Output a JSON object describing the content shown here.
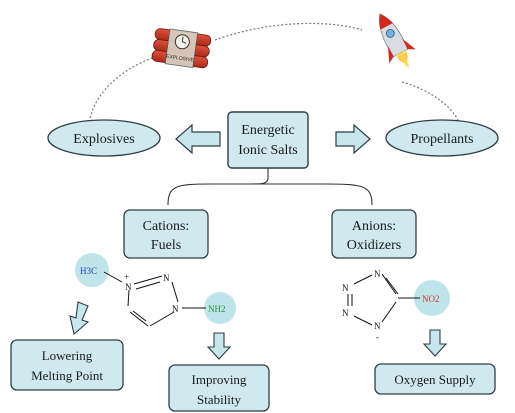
{
  "center": {
    "line1": "Energetic",
    "line2": "Ionic Salts"
  },
  "left": {
    "label": "Explosives",
    "icon": "dynamite-bundle-icon",
    "icon_text": "EXPLOSIVE"
  },
  "right": {
    "label": "Propellants",
    "icon": "rocket-icon"
  },
  "cations": {
    "line1": "Cations:",
    "line2": "Fuels",
    "substituents": {
      "methyl": "H3C",
      "amino": "NH2"
    },
    "ring_atoms": [
      "N",
      "N",
      "N"
    ],
    "ring_charge": "+",
    "effect1": {
      "line1": "Lowering",
      "line2": "Melting Point"
    },
    "effect2": {
      "line1": "Improving",
      "line2": "Stability"
    }
  },
  "anions": {
    "line1": "Anions:",
    "line2": "Oxidizers",
    "ring_atoms": [
      "N",
      "N",
      "N",
      "N"
    ],
    "ring_charge": "-",
    "substituent": "NO2",
    "effect": {
      "line1": "Oxygen Supply"
    }
  },
  "colors": {
    "box_fill": "#cfe9ee",
    "box_stroke": "#2f3f44",
    "arrow_fill": "#c8e7ed",
    "chem_highlight": "#bfe4ea",
    "methyl_text": "#2a3fb8",
    "amino_text": "#2f8f3a",
    "nitro_text": "#c0392b"
  }
}
